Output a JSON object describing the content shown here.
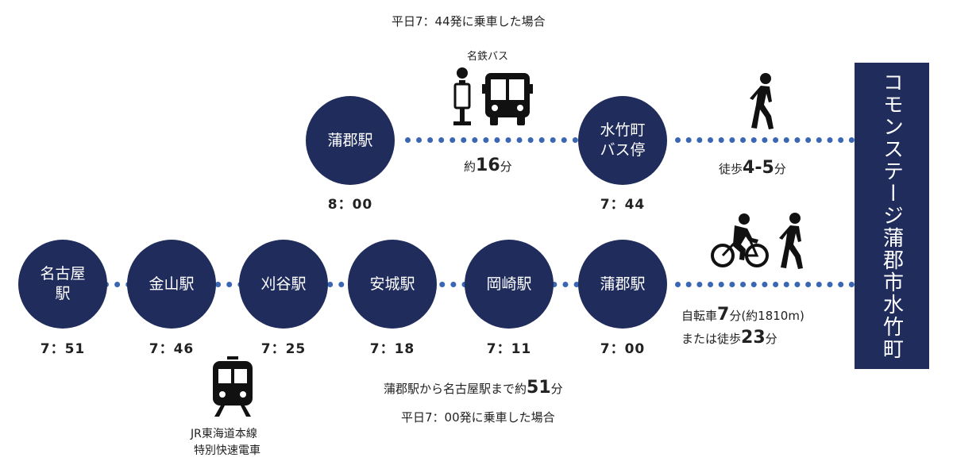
{
  "bus_route": {
    "header": "平日7：44発に乗車した場合",
    "operator": "名鉄バス",
    "stations": [
      {
        "name": "蒲郡駅",
        "time": "8：00"
      },
      {
        "name": "水竹町\nバス停",
        "time": "7：44"
      }
    ],
    "ride_prefix": "約",
    "ride_value": "16",
    "ride_unit": "分",
    "walk_prefix": "徒歩",
    "walk_value": "4-5",
    "walk_unit": "分"
  },
  "train_route": {
    "stations": [
      {
        "name": "名古屋\n駅",
        "time": "7：51"
      },
      {
        "name": "金山駅",
        "time": "7：46"
      },
      {
        "name": "刈谷駅",
        "time": "7：25"
      },
      {
        "name": "安城駅",
        "time": "7：18"
      },
      {
        "name": "岡崎駅",
        "time": "7：11"
      },
      {
        "name": "蒲郡駅",
        "time": "7：00"
      }
    ],
    "line_name_1": "JR東海道本線",
    "line_name_2": "特別快速電車",
    "summary_prefix": "蒲郡駅から名古屋駅まで約",
    "summary_value": "51",
    "summary_unit": "分",
    "footer": "平日7：00発に乗車した場合",
    "bike_prefix": "自転車",
    "bike_value": "7",
    "bike_suffix": "分(約1810m)",
    "walk_prefix": "または徒歩",
    "walk_value": "23",
    "walk_unit": "分"
  },
  "destination": "コモンステージ蒲郡市水竹町",
  "colors": {
    "navy": "#1f2c5c",
    "dots": "#3a66b4"
  },
  "icons": [
    "bus-stop-icon",
    "bus-icon",
    "walking-person-icon",
    "bicycle-icon",
    "train-icon"
  ]
}
